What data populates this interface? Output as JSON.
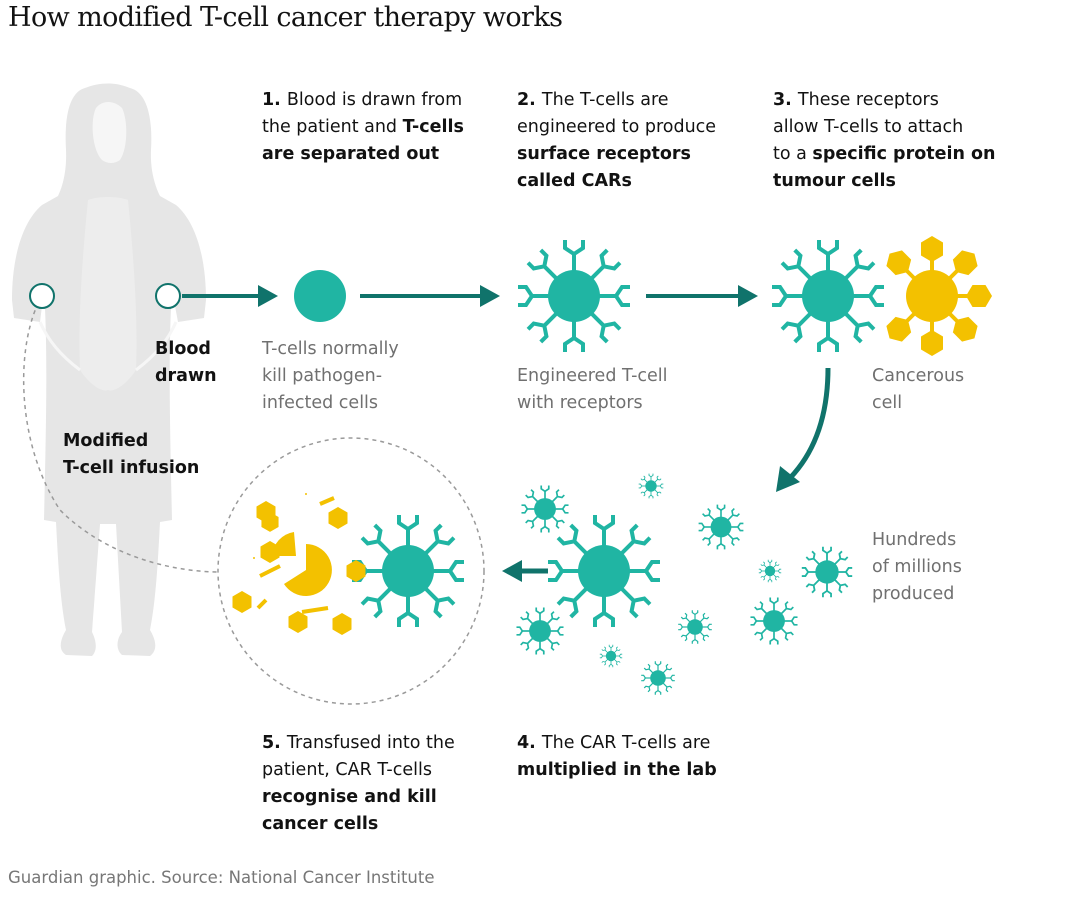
{
  "title": "How modified T-cell cancer therapy works",
  "steps": [
    {
      "num": "1.",
      "lines": [
        [
          {
            "t": "Blood is drawn from"
          }
        ],
        [
          {
            "t": "the patient and "
          },
          {
            "t": "T-cells",
            "b": true
          }
        ],
        [
          {
            "t": "are separated out",
            "b": true
          }
        ]
      ]
    },
    {
      "num": "2.",
      "lines": [
        [
          {
            "t": "The T-cells are"
          }
        ],
        [
          {
            "t": "engineered to produce"
          }
        ],
        [
          {
            "t": "surface receptors",
            "b": true
          }
        ],
        [
          {
            "t": "called CARs",
            "b": true
          }
        ]
      ]
    },
    {
      "num": "3.",
      "lines": [
        [
          {
            "t": "These receptors"
          }
        ],
        [
          {
            "t": "allow T-cells to attach"
          }
        ],
        [
          {
            "t": "to a "
          },
          {
            "t": "specific protein on",
            "b": true
          }
        ],
        [
          {
            "t": "tumour cells",
            "b": true
          }
        ]
      ]
    },
    {
      "num": "4.",
      "lines": [
        [
          {
            "t": "The CAR T-cells are"
          }
        ],
        [
          {
            "t": "multiplied in the lab",
            "b": true
          }
        ]
      ]
    },
    {
      "num": "5.",
      "lines": [
        [
          {
            "t": "Transfused into the"
          }
        ],
        [
          {
            "t": "patient, CAR T-cells"
          }
        ],
        [
          {
            "t": "recognise and kill",
            "b": true
          }
        ],
        [
          {
            "t": "cancer cells",
            "b": true
          }
        ]
      ]
    }
  ],
  "labels": {
    "blood_drawn": [
      "Blood",
      "drawn"
    ],
    "infusion": [
      "Modified",
      "T-cell infusion"
    ],
    "normal_tcell": [
      "T-cells normally",
      "kill pathogen-",
      "infected cells"
    ],
    "engineered_tcell": [
      "Engineered T-cell",
      "with receptors"
    ],
    "cancerous_cell": [
      "Cancerous",
      "cell"
    ],
    "hundreds": [
      "Hundreds",
      "of millions",
      "produced"
    ]
  },
  "footer": "Guardian graphic. Source: National Cancer Institute",
  "colors": {
    "teal": "#20b5a3",
    "dark_teal": "#10736b",
    "yellow": "#f3c100",
    "silhouette": "#e6e6e6",
    "grey_text": "#707070"
  }
}
